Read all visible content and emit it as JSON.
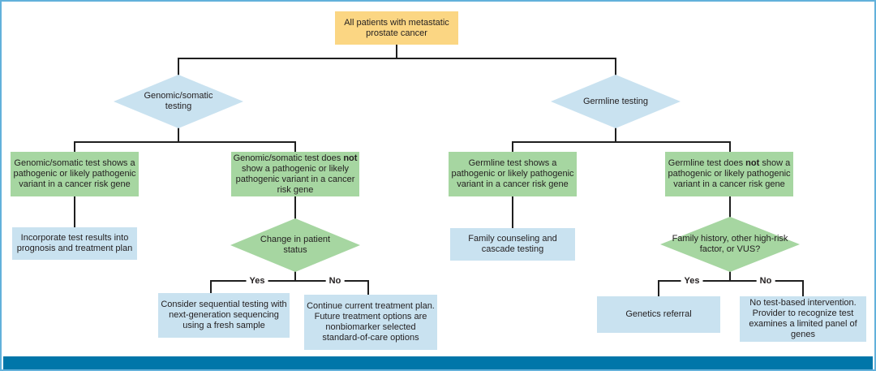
{
  "palette": {
    "entry_box": "#fbd683",
    "decision_and_result_blue": "#c9e2f0",
    "test_result_green": "#a6d6a1",
    "bottom_bar_blue": "#0076a9",
    "frame_border_blue": "#62b1db",
    "connector_line": "#1f1f1f",
    "text": "#231f20"
  },
  "nodes": {
    "root": {
      "text": "All patients with metastatic prostate cancer"
    },
    "genomic_diamond": {
      "text": "Genomic/somatic testing"
    },
    "germline_diamond": {
      "text": "Germline testing"
    },
    "genomic_positive": {
      "text": "Genomic/somatic test shows a pathogenic or likely pathogenic variant in a cancer risk gene"
    },
    "genomic_negative": {
      "pre": "Genomic/somatic test does ",
      "bold": "not",
      "post": " show a pathogenic or likely pathogenic variant in a cancer risk gene"
    },
    "incorporate": {
      "text": "Incorporate test results into prognosis and treatment plan"
    },
    "change_status_diamond": {
      "text": "Change in patient status"
    },
    "sequential": {
      "text": "Consider sequential testing with next-generation sequencing using a fresh sample"
    },
    "continue_plan": {
      "text": "Continue current treatment plan. Future treatment options are nonbiomarker selected standard-of-care options"
    },
    "germline_positive": {
      "text": "Germline test shows a pathogenic or likely pathogenic variant in a cancer risk gene"
    },
    "germline_negative": {
      "pre": "Germline test does ",
      "bold": "not",
      "post": " show a pathogenic or likely pathogenic variant in a cancer risk gene"
    },
    "family_counseling": {
      "text": "Family counseling and cascade testing"
    },
    "family_history_diamond": {
      "text": "Family history, other high-risk factor, or VUS?"
    },
    "genetics_referral": {
      "text": "Genetics referral"
    },
    "no_intervention": {
      "text": "No test-based intervention. Provider to recognize test examines a limited panel of genes"
    }
  },
  "labels": {
    "yes": "Yes",
    "no": "No"
  }
}
